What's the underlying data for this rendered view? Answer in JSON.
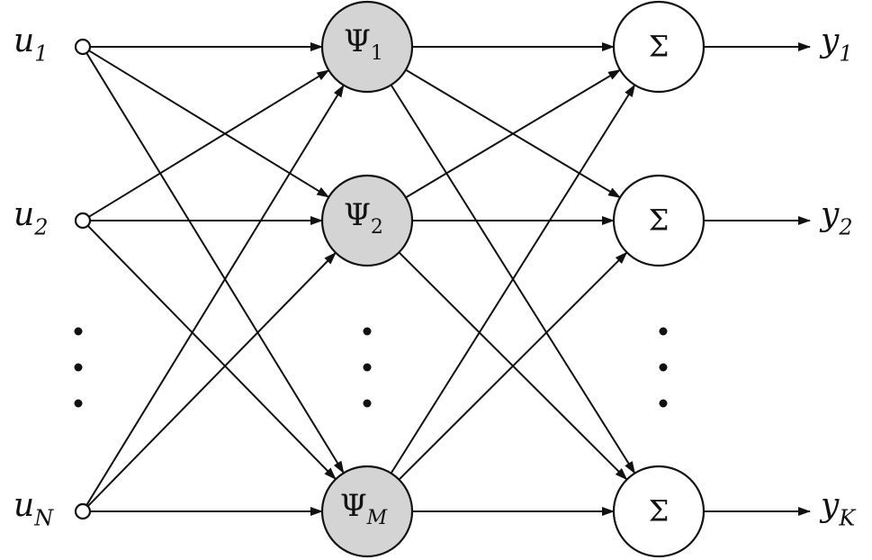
{
  "colors": {
    "stroke": "#111111",
    "hidden_fill": "#d4d4d4",
    "node_fill": "#ffffff"
  },
  "inputs": [
    {
      "base": "u",
      "sub": "1"
    },
    {
      "base": "u",
      "sub": "2"
    },
    {
      "base": "u",
      "sub": "N"
    }
  ],
  "hidden": [
    {
      "base": "Ψ",
      "sub": "1"
    },
    {
      "base": "Ψ",
      "sub": "2"
    },
    {
      "base": "Ψ",
      "sub": "M"
    }
  ],
  "outputs": [
    {
      "symbol": "Σ",
      "base": "y",
      "sub": "1"
    },
    {
      "symbol": "Σ",
      "base": "y",
      "sub": "2"
    },
    {
      "symbol": "Σ",
      "base": "y",
      "sub": "K"
    }
  ]
}
